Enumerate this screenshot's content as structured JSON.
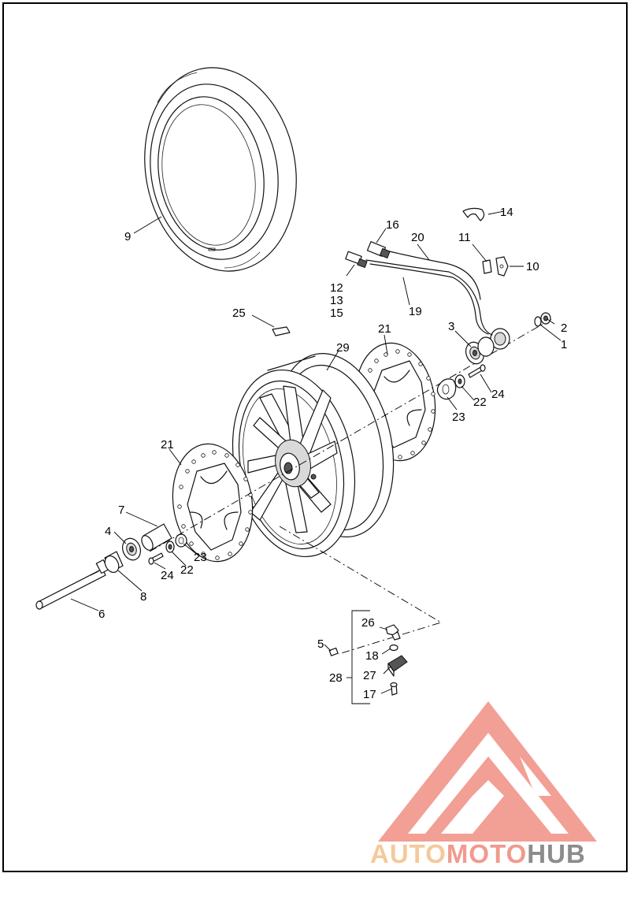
{
  "diagram": {
    "callouts": [
      {
        "id": "c1",
        "text": "1"
      },
      {
        "id": "c2",
        "text": "2"
      },
      {
        "id": "c3",
        "text": "3"
      },
      {
        "id": "c4",
        "text": "4"
      },
      {
        "id": "c5",
        "text": "5"
      },
      {
        "id": "c6",
        "text": "6"
      },
      {
        "id": "c7",
        "text": "7"
      },
      {
        "id": "c8",
        "text": "8"
      },
      {
        "id": "c9",
        "text": "9"
      },
      {
        "id": "c10",
        "text": "10"
      },
      {
        "id": "c11",
        "text": "11"
      },
      {
        "id": "c12",
        "text": "12"
      },
      {
        "id": "c13",
        "text": "13"
      },
      {
        "id": "c14",
        "text": "14"
      },
      {
        "id": "c15",
        "text": "15"
      },
      {
        "id": "c16",
        "text": "16"
      },
      {
        "id": "c17",
        "text": "17"
      },
      {
        "id": "c18",
        "text": "18"
      },
      {
        "id": "c19",
        "text": "19"
      },
      {
        "id": "c20",
        "text": "20"
      },
      {
        "id": "c21a",
        "text": "21"
      },
      {
        "id": "c21b",
        "text": "21"
      },
      {
        "id": "c22a",
        "text": "22"
      },
      {
        "id": "c22b",
        "text": "22"
      },
      {
        "id": "c23a",
        "text": "23"
      },
      {
        "id": "c23b",
        "text": "23"
      },
      {
        "id": "c24a",
        "text": "24"
      },
      {
        "id": "c24b",
        "text": "24"
      },
      {
        "id": "c25",
        "text": "25"
      },
      {
        "id": "c26",
        "text": "26"
      },
      {
        "id": "c27",
        "text": "27"
      },
      {
        "id": "c28",
        "text": "28"
      },
      {
        "id": "c29",
        "text": "29"
      }
    ]
  },
  "watermark": {
    "part1": "AUTO",
    "part2": "MOTO",
    "part3": "HUB",
    "colors": {
      "auto": "#f5c99a",
      "moto": "#f19a8e",
      "hub": "#8c8c8c",
      "logo": "#f29a90"
    }
  }
}
